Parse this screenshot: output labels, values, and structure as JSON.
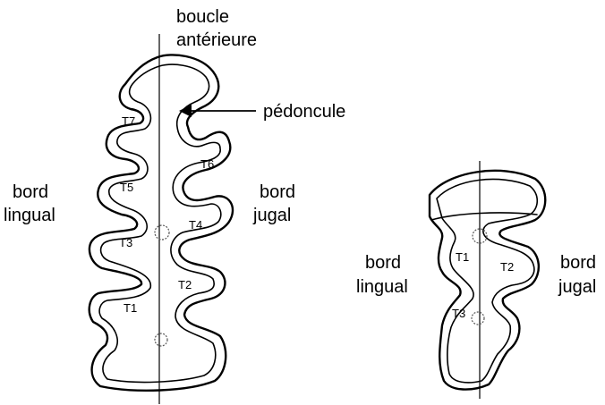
{
  "labels": {
    "anterior_loop": [
      "boucle",
      "antérieure"
    ],
    "peduncle": "pédoncule",
    "left": {
      "lingual": [
        "bord",
        "lingual"
      ],
      "jugal": [
        "bord",
        "jugal"
      ],
      "triangles": [
        "T7",
        "T6",
        "T5",
        "T4",
        "T3",
        "T2",
        "T1"
      ]
    },
    "right": {
      "lingual": [
        "bord",
        "lingual"
      ],
      "jugal": [
        "bord",
        "jugal"
      ],
      "triangles": [
        "T1",
        "T2",
        "T3"
      ]
    }
  }
}
